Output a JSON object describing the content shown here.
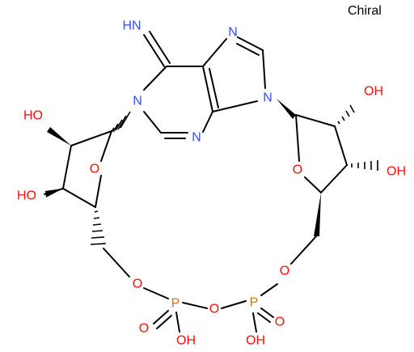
{
  "molecule": {
    "chiral_label": "Chiral",
    "colors": {
      "carbon_bond": "#000000",
      "N": "#3050F8",
      "O": "#FF0D0D",
      "P": "#E07000"
    },
    "atom_labels": {
      "imine_nh": "HN",
      "n1": "N",
      "n3": "N",
      "n7": "N",
      "n9": "N",
      "ho_rl_a": "HO",
      "ho_rl_b": "HO",
      "o_ring_l": "O",
      "oh_rr_a": "OH",
      "oh_rr_b": "OH",
      "o_ring_r": "O",
      "o_link_l": "O",
      "o_link_r": "O",
      "o_bridge": "O",
      "p_left": "P",
      "p_right": "P",
      "o_dbl_l": "O",
      "o_dbl_r": "O",
      "oh_p_l": "OH",
      "oh_p_r": "OH"
    }
  }
}
